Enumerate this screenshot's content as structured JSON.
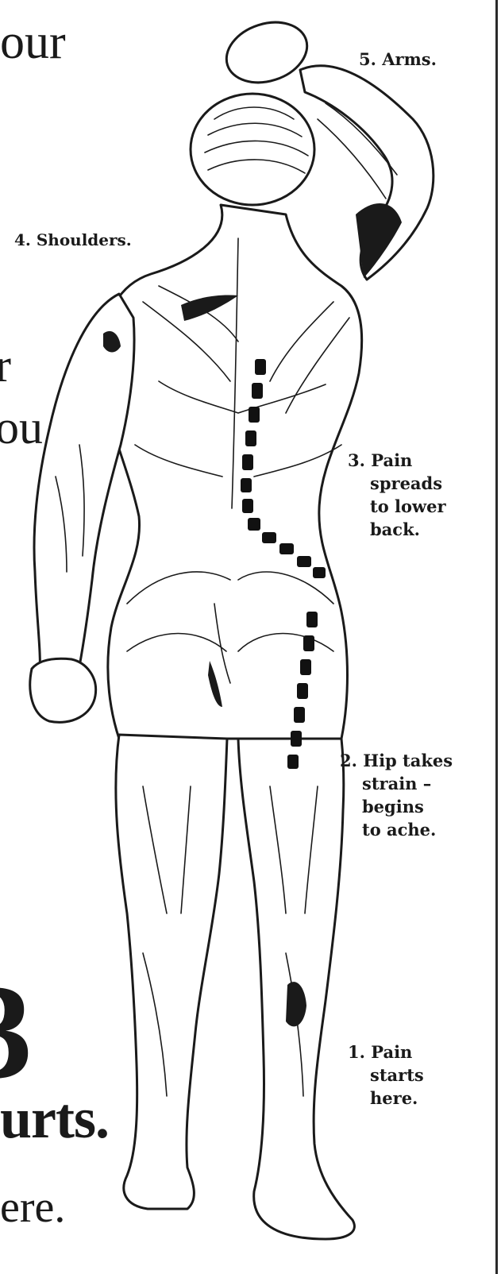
{
  "headline_fragments": {
    "our": "our",
    "r": "r",
    "ou": "ou",
    "big_3": "3",
    "urts": "urts.",
    "ere": "ere."
  },
  "labels": {
    "arms": "5. Arms.",
    "shoulders": "4. Shoulders.",
    "pain_spreads": [
      "3. Pain",
      "spreads",
      "to lower",
      "back."
    ],
    "hip": [
      "2. Hip takes",
      "strain –",
      "begins",
      "to ache."
    ],
    "pain_starts": [
      "1. Pain",
      "starts",
      "here."
    ]
  },
  "colors": {
    "ink": "#1a1a1a",
    "paper": "#ffffff",
    "pain_marker": "#111111"
  }
}
